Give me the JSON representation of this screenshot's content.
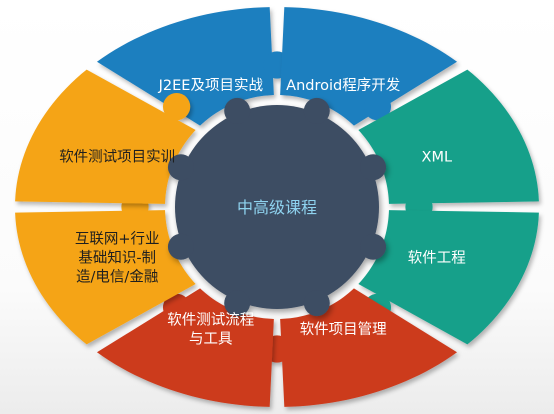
{
  "diagram": {
    "hub": {
      "label": "中高级课程",
      "color": "#3d4d63"
    },
    "segments": [
      {
        "id": "j2ee",
        "lines": [
          "J2EE及项目实战"
        ],
        "color": "#1f7fbf",
        "text_color": "#ffffff"
      },
      {
        "id": "android",
        "lines": [
          "Android程序开发"
        ],
        "color": "#1f7fbf",
        "text_color": "#ffffff"
      },
      {
        "id": "xml",
        "lines": [
          "XML"
        ],
        "color": "#16a08a",
        "text_color": "#ffffff"
      },
      {
        "id": "se",
        "lines": [
          "软件工程"
        ],
        "color": "#16a08a",
        "text_color": "#ffffff"
      },
      {
        "id": "pm",
        "lines": [
          "软件项目管理"
        ],
        "color": "#cc3b1f",
        "text_color": "#ffffff"
      },
      {
        "id": "test-flow",
        "lines": [
          "软件测试流程",
          "与工具"
        ],
        "color": "#cc3b1f",
        "text_color": "#ffffff"
      },
      {
        "id": "industry",
        "lines": [
          "互联网+行业",
          "基础知识-制",
          "造/电信/金融"
        ],
        "color": "#f5a416",
        "text_color": "#1f1f1f"
      },
      {
        "id": "test-train",
        "lines": [
          "软件测试项目实训"
        ],
        "color": "#f5a416",
        "text_color": "#1f1f1f"
      }
    ]
  }
}
